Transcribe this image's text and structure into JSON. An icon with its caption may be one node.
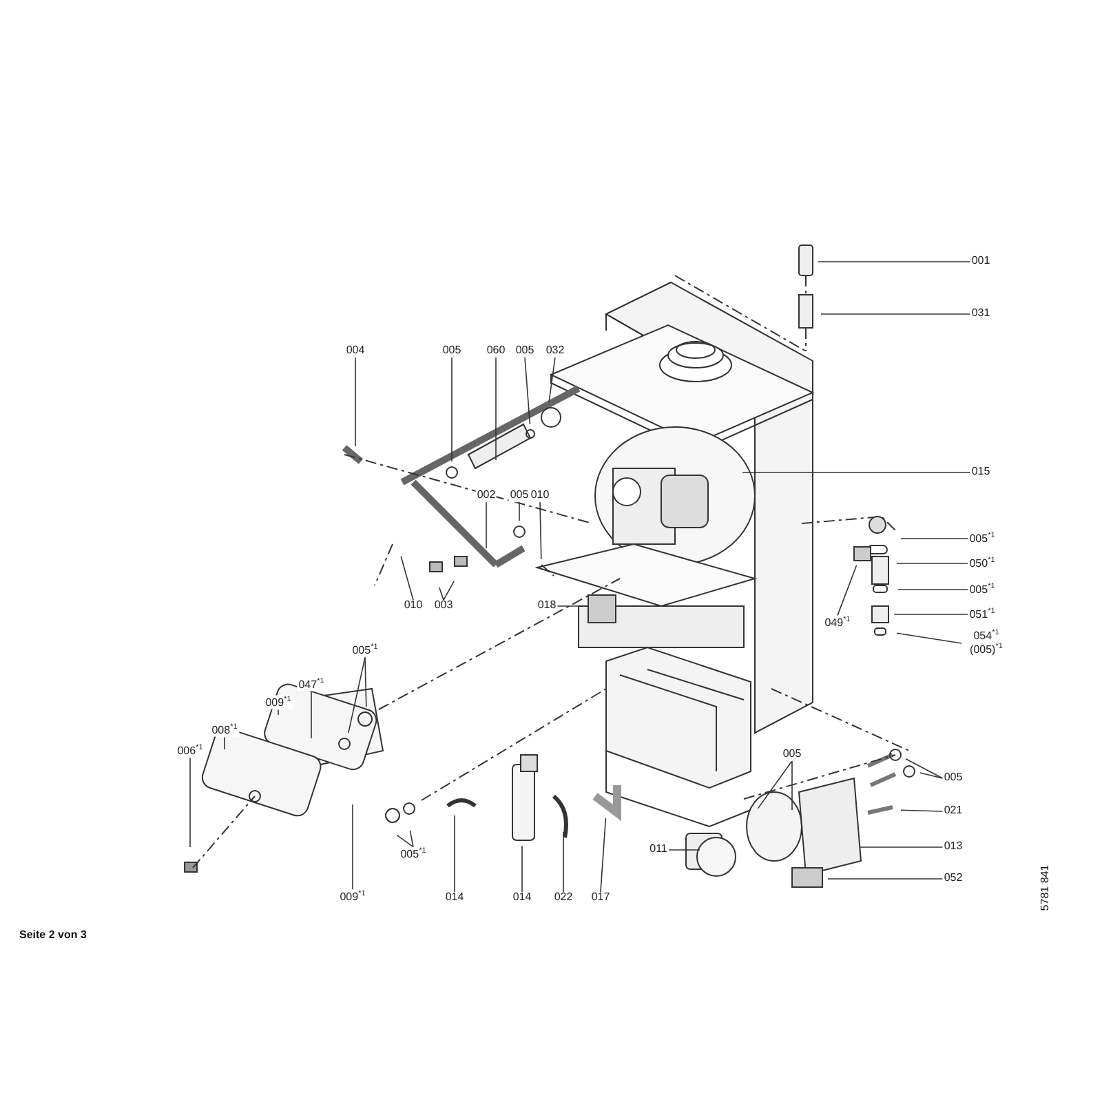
{
  "diagram": {
    "nodes": [
      {
        "text": [
          "001"
        ]
      },
      {
        "text": [
          "031"
        ]
      },
      {
        "text": [
          "004"
        ]
      },
      {
        "text": [
          "005"
        ]
      },
      {
        "text": [
          "060"
        ]
      },
      {
        "text": [
          "005"
        ]
      },
      {
        "text": [
          "032"
        ]
      },
      {
        "text": [
          "015"
        ]
      },
      {
        "text": [
          "002"
        ]
      },
      {
        "text": [
          "005"
        ]
      },
      {
        "text": [
          "010"
        ]
      },
      {
        "text": [
          "005$^{*1}$"
        ]
      },
      {
        "text": [
          "050$^{*1}$"
        ]
      },
      {
        "text": [
          "005$^{*1}$"
        ]
      },
      {
        "text": [
          "010"
        ]
      },
      {
        "text": [
          "003"
        ]
      },
      {
        "text": [
          "018"
        ]
      },
      {
        "text": [
          "049$^{*1}$"
        ]
      },
      {
        "text": [
          "051$^{*1}$"
        ]
      },
      {
        "text": [
          "054$^{*1}$ (005)$^{*1}$"
        ]
      },
      {
        "text": [
          "005$^{*1}$"
        ]
      },
      {
        "text": [
          "047$^{*1}$"
        ]
      },
      {
        "text": [
          "009$^{*1}$"
        ]
      },
      {
        "text": [
          "008$^{*1}$"
        ]
      },
      {
        "text": [
          "006$^{*1}$"
        ]
      },
      {
        "text": [
          "005"
        ]
      },
      {
        "text": [
          "005"
        ]
      },
      {
        "text": [
          "021"
        ]
      },
      {
        "text": [
          "005$^{*1}$"
        ]
      },
      {
        "text": [
          "011"
        ]
      },
      {
        "text": [
          "013"
        ]
      },
      {
        "text": [
          "052"
        ]
      },
      {
        "text": [
          "009$^{*1}$"
        ]
      },
      {
        "text": [
          "014"
        ]
      },
      {
        "text": [
          "014"
        ]
      },
      {
        "text": [
          "022"
        ]
      },
      {
        "text": [
          "017"
        ]
      }
    ],
    "edges": [
      {
        "from": 0,
        "to": null,
        "arrow": "none"
      },
      {
        "from": 1,
        "to": null,
        "arrow": "none"
      },
      {
        "from": 2,
        "to": null,
        "arrow": "none"
      },
      {
        "from": 3,
        "to": null,
        "arrow": "none"
      },
      {
        "from": 4,
        "to": null,
        "arrow": "none"
      },
      {
        "from": 5,
        "to": null,
        "arrow": "none"
      },
      {
        "from": 6,
        "to": null,
        "arrow": "none"
      },
      {
        "from": 7,
        "to": null,
        "arrow": "none"
      },
      {
        "from": 8,
        "to": null,
        "arrow": "none"
      },
      {
        "from": 9,
        "to": null,
        "arrow": "none"
      },
      {
        "from": 10,
        "to": null,
        "arrow": "none"
      },
      {
        "from": 11,
        "to": null,
        "arrow": "none"
      },
      {
        "from": 12,
        "to": null,
        "arrow": "none"
      },
      {
        "from": 13,
        "to": null,
        "arrow": "none"
      },
      {
        "from": 14,
        "to": null,
        "arrow": "none"
      },
      {
        "from": 15,
        "to": null,
        "arrow": "none"
      },
      {
        "from": 15,
        "to": null,
        "arrow": "none"
      },
      {
        "from": 16,
        "to": null,
        "arrow": "none"
      },
      {
        "from": 17,
        "to": null,
        "arrow": "none"
      },
      {
        "from": 18,
        "to": null,
        "arrow": "none"
      },
      {
        "from": 19,
        "to": null,
        "arrow": "none"
      },
      {
        "from": 20,
        "to": null,
        "arrow": "none"
      },
      {
        "from": 20,
        "to": null,
        "arrow": "none"
      },
      {
        "from": 21,
        "to": null,
        "arrow": "none"
      },
      {
        "from": 22,
        "to": null,
        "arrow": "none"
      },
      {
        "from": 23,
        "to": null,
        "arrow": "none"
      },
      {
        "from": 24,
        "to": null,
        "arrow": "none"
      },
      {
        "from": 25,
        "to": null,
        "arrow": "none"
      },
      {
        "from": 25,
        "to": null,
        "arrow": "none"
      },
      {
        "from": 26,
        "to": null,
        "arrow": "none"
      },
      {
        "from": 26,
        "to": null,
        "arrow": "none"
      },
      {
        "from": 27,
        "to": null,
        "arrow": "none"
      },
      {
        "from": 28,
        "to": null,
        "arrow": "none"
      },
      {
        "from": 28,
        "to": null,
        "arrow": "none"
      },
      {
        "from": 29,
        "to": null,
        "arrow": "none"
      },
      {
        "from": 30,
        "to": null,
        "arrow": "none"
      },
      {
        "from": 31,
        "to": null,
        "arrow": "none"
      },
      {
        "from": 32,
        "to": null,
        "arrow": "none"
      },
      {
        "from": 33,
        "to": null,
        "arrow": "none"
      },
      {
        "from": 34,
        "to": null,
        "arrow": "none"
      },
      {
        "from": 35,
        "to": null,
        "arrow": "none"
      },
      {
        "from": 36,
        "to": null,
        "arrow": "none"
      }
    ],
    "labels": [
      "5781 841",
      "Seite 2 von 3"
    ]
  }
}
